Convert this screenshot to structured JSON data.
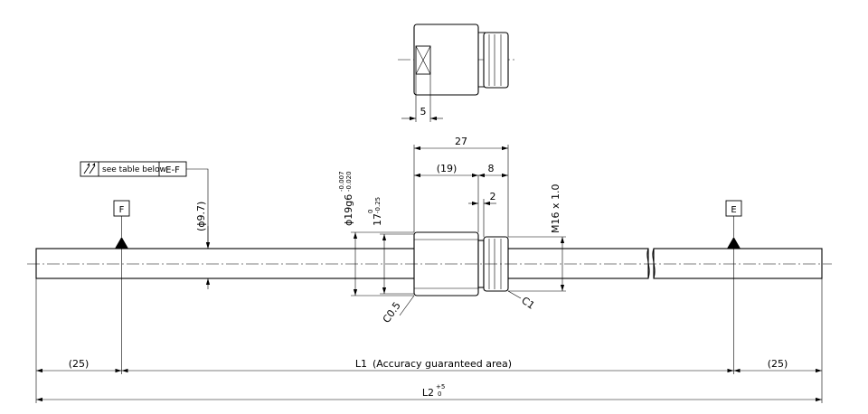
{
  "front_view": {
    "dim_flat_width": "5"
  },
  "dims": {
    "total_length_top": "27",
    "length_19": "(19)",
    "length_8": "8",
    "groove_2": "2",
    "thread": "M16 x 1.0",
    "dia_19_base": "ϕ19g6",
    "dia_19_upper": "-0.007",
    "dia_19_lower": "-0.020",
    "dia_17_base": "17",
    "dia_17_upper": "0",
    "dia_17_lower": "-0.25",
    "shaft_dia": "(ϕ9.7)",
    "chamfer_c05": "C0.5",
    "chamfer_c1": "C1",
    "left_end": "(25)",
    "right_end": "(25)",
    "l1_label": "L1",
    "l1_note": "(Accuracy guaranteed area)",
    "l2_base": "L2",
    "l2_upper": "+5",
    "l2_lower": "0"
  },
  "tolerance_frame": {
    "symbol": "runout-icon",
    "value": "see table below",
    "datum": "E-F"
  },
  "datums": {
    "left": "F",
    "right": "E"
  }
}
